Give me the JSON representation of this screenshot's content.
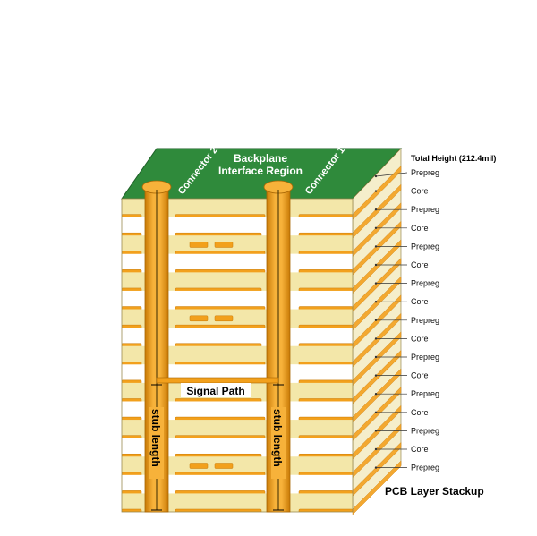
{
  "diagram": {
    "top_label_line1": "Backplane",
    "top_label_line2": "Interface Region",
    "connector_left": "Connector 2",
    "connector_right": "Connector 1",
    "signal_path": "Signal Path",
    "stub_length": "stub length",
    "total_height": "Total Height (212.4mil)",
    "caption": "PCB Layer Stackup",
    "layers": [
      "Prepreg",
      "Core",
      "Prepreg",
      "Core",
      "Prepreg",
      "Core",
      "Prepreg",
      "Core",
      "Prepreg",
      "Core",
      "Prepreg",
      "Core",
      "Prepreg",
      "Core",
      "Prepreg",
      "Core",
      "Prepreg"
    ]
  },
  "colors": {
    "top_green": "#2f8a3b",
    "copper": "#f2a01c",
    "copper_dark": "#c97a06",
    "prepreg": "#f3e7a9",
    "core": "#ffffff",
    "side_orange": "#f3a830"
  }
}
